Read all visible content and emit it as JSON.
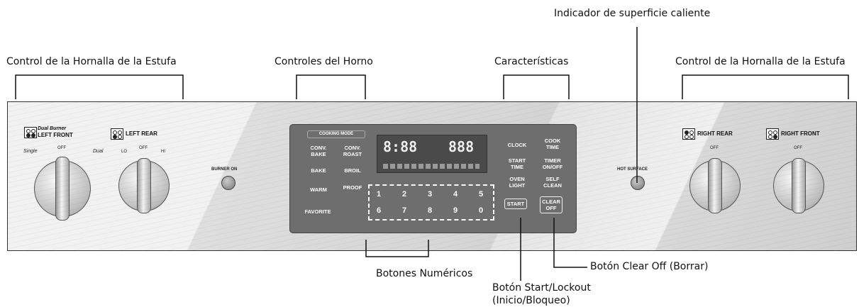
{
  "callouts": {
    "burner_left": "Control de la Hornalla de la Estufa",
    "oven_controls": "Controles del Horno",
    "features": "Características",
    "hot_surface_indicator": "Indicador de superficie caliente",
    "burner_right": "Control de la Hornalla de la Estufa",
    "number_buttons": "Botones Numéricos",
    "start_lockout_line1": "Botón Start/Lockout",
    "start_lockout_line2": "(Inicio/Bloqueo)",
    "clear_off": "Botón Clear Off (Borrar)"
  },
  "panel": {
    "left_front": {
      "small": "Dual Burner",
      "label": "LEFT FRONT"
    },
    "left_rear": {
      "label": "LEFT REAR"
    },
    "right_rear": {
      "label": "RIGHT REAR"
    },
    "right_front": {
      "label": "RIGHT FRONT"
    },
    "burner_on": "BURNER ON",
    "hot_surface": "HOT SURFACE",
    "single": "Single",
    "dual": "Dual",
    "off": "OFF",
    "lo": "LO",
    "hi": "HI"
  },
  "oven": {
    "cooking_mode": "COOKING MODE",
    "mode_buttons": [
      "CONV.\nBAKE",
      "CONV.\nROAST",
      "BAKE",
      "BROIL",
      "WARM",
      "PROOF",
      "FAVORITE"
    ],
    "display_left": "8:88",
    "display_right": "888",
    "numbers": [
      "1",
      "2",
      "3",
      "4",
      "5",
      "6",
      "7",
      "8",
      "9",
      "0"
    ],
    "feature_buttons": [
      "CLOCK",
      "COOK\nTIME",
      "START\nTIME",
      "TIMER\nON/OFF",
      "OVEN\nLIGHT",
      "SELF\nCLEAN"
    ],
    "start": "START",
    "clear_off": "CLEAR\nOFF"
  }
}
